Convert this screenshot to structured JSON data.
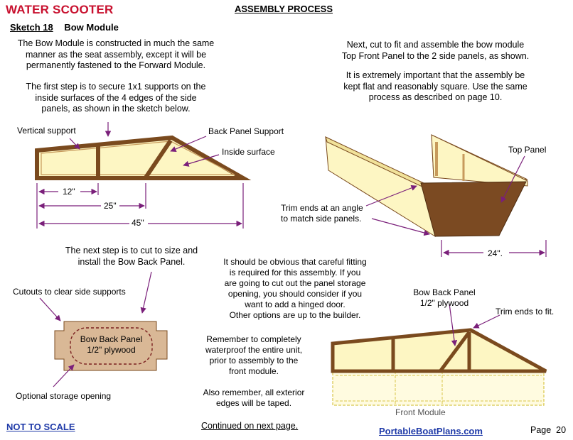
{
  "header": {
    "title": "WATER SCOOTER",
    "section": "ASSEMBLY PROCESS",
    "sketch_number": "Sketch 18",
    "sketch_name": "Bow Module"
  },
  "left": {
    "intro_lines": [
      "The Bow Module is constructed in much the same",
      "manner as the seat assembly, except it will be",
      "permanently fastened to the Forward Module."
    ],
    "step1_lines": [
      "The first step is to secure 1x1 supports on the",
      "inside surfaces of the 4 edges of the side",
      "panels, as shown in the sketch below."
    ],
    "labels": {
      "vertical_support": "Vertical support",
      "back_panel_support": "Back Panel Support",
      "inside_surface": "Inside surface"
    },
    "dimensions": {
      "d12": "12\"",
      "d25": "25\"",
      "d45": "45\""
    },
    "step2_lines": [
      "The next step is to cut to size and",
      "install the Bow Back Panel."
    ],
    "cutouts_label": "Cutouts to clear side supports",
    "panel_text": [
      "Bow Back Panel",
      "1/2\" plywood"
    ],
    "storage_label": "Optional storage opening"
  },
  "right": {
    "top_lines": [
      "Next, cut to fit and assemble the bow module",
      "Top Front Panel to the 2 side panels, as shown."
    ],
    "important_lines": [
      "It is extremely important that the assembly be",
      "kept flat and reasonably square. Use the same",
      "process as described on page 10."
    ],
    "top_panel_label": "Top Panel",
    "trim_angle_lines": [
      "Trim ends at an angle",
      "to match side panels."
    ],
    "dim24": "24\".",
    "bow_back_panel_lines": [
      "Bow Back Panel",
      "1/2\" plywood"
    ],
    "trim_fit": "Trim ends to fit.",
    "front_module": "Front Module"
  },
  "middle": {
    "fitting_lines": [
      "It should be obvious that careful fitting",
      "is required for this assembly.  If you",
      "are going to cut out the panel storage",
      "opening, you should consider if you",
      "want to add a hinged door.",
      "Other options are up to the builder."
    ],
    "waterproof_lines": [
      "Remember to completely",
      "waterproof the entire unit,",
      "prior to assembly to the",
      "front module."
    ],
    "taped_lines": [
      "Also remember, all exterior",
      "edges will be taped."
    ]
  },
  "footer": {
    "not_to_scale": "NOT TO SCALE",
    "continued": "Continued on next page.",
    "website": "PortableBoatPlans.com",
    "page_label": "Page",
    "page_number": "20"
  },
  "colors": {
    "title_red": "#c8102e",
    "link_blue": "#1f3aa8",
    "wood_dark": "#7a4a1e",
    "wood_light": "#fdf6c3",
    "top_panel": "#7b4a22",
    "back_panel_fill": "#d9b896",
    "arrow": "#7a1f7a"
  }
}
